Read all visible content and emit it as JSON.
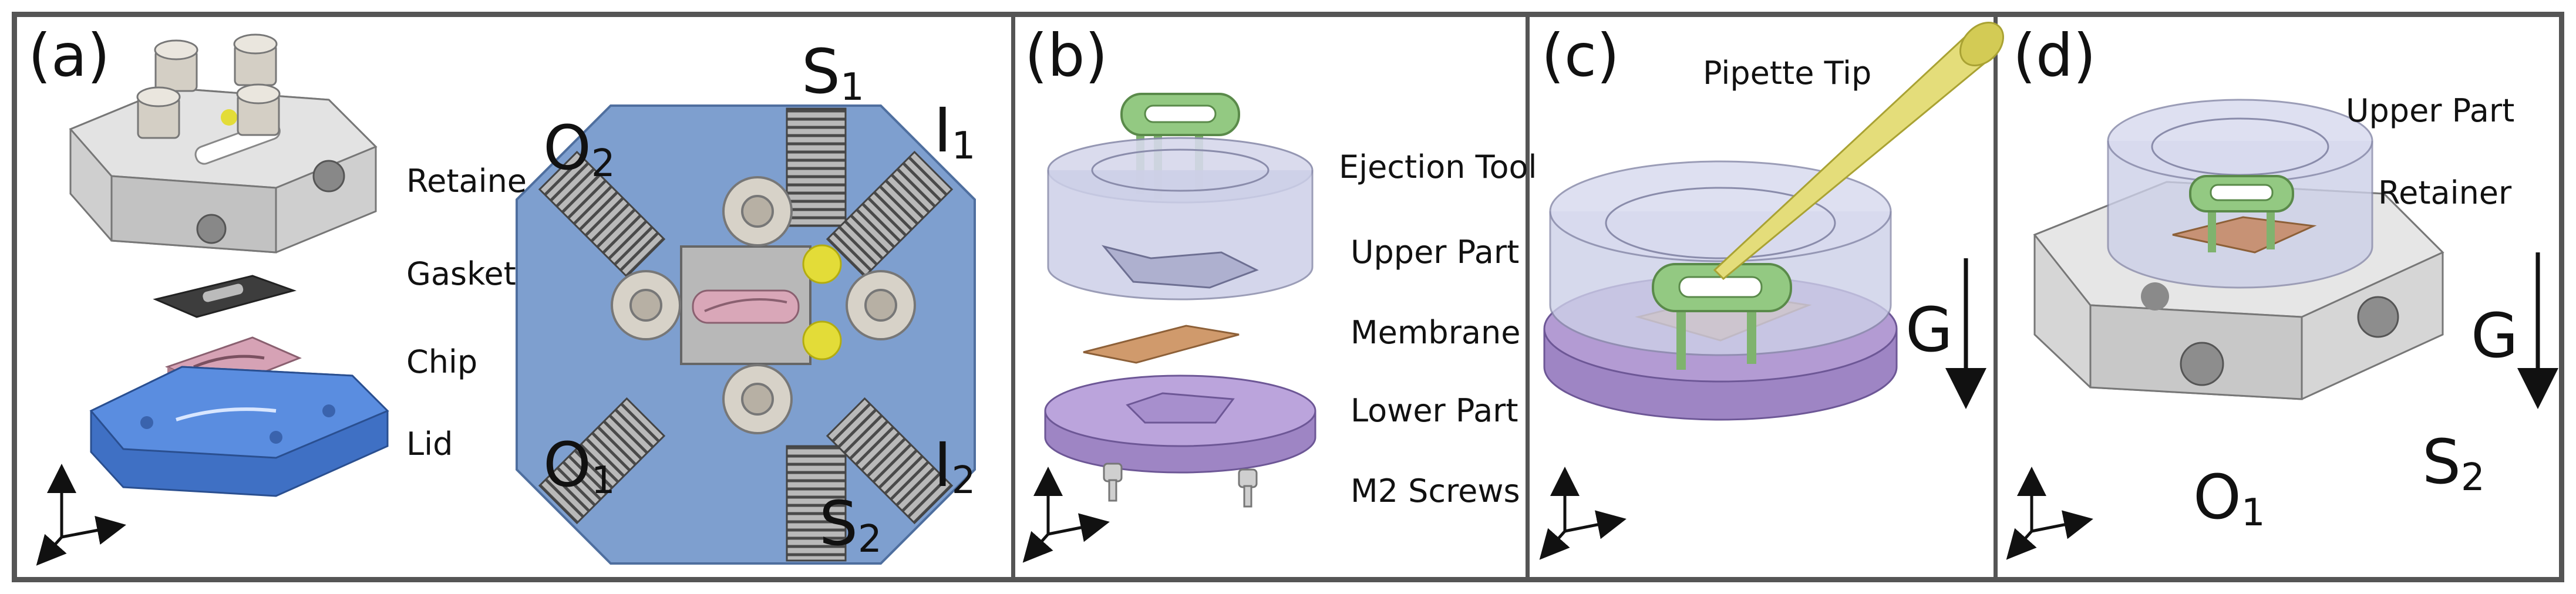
{
  "panels": [
    {
      "letter": "(a)"
    },
    {
      "letter": "(b)"
    },
    {
      "letter": "(c)"
    },
    {
      "letter": "(d)"
    }
  ],
  "panel_a": {
    "labels": [
      "Retaine",
      "Gasket",
      "Chip",
      "Lid"
    ],
    "ports": {
      "S1": {
        "main": "S",
        "sub": "1"
      },
      "S2": {
        "main": "S",
        "sub": "2"
      },
      "O1": {
        "main": "O",
        "sub": "1"
      },
      "O2": {
        "main": "O",
        "sub": "2"
      },
      "I1": {
        "main": "I",
        "sub": "1"
      },
      "I2": {
        "main": "I",
        "sub": "2"
      }
    }
  },
  "panel_b": {
    "labels": [
      "Ejection Tool",
      "Upper Part",
      "Membrane",
      "Lower Part",
      "M2 Screws"
    ]
  },
  "panel_c": {
    "pipette_label": "Pipette Tip",
    "gravity": "G"
  },
  "panel_d": {
    "labels": [
      "Upper Part",
      "Retainer"
    ],
    "gravity": "G",
    "ports": {
      "O1": {
        "main": "O",
        "sub": "1"
      },
      "S2": {
        "main": "S",
        "sub": "2"
      }
    }
  },
  "colors": {
    "frame": "#555555",
    "metal": "#d8d8d8",
    "lid_blue": "#4a7fcf",
    "plate_blue": "#7e9fcf",
    "chip_pink": "#d9a7b8",
    "tool_green": "#8fc47e",
    "glass": "#c9cce6",
    "membrane": "#d09a6c",
    "lower_purple": "#b39bd3",
    "pipette_yellow": "#e4dd7a",
    "fluid_yellow": "#e3dc38"
  }
}
